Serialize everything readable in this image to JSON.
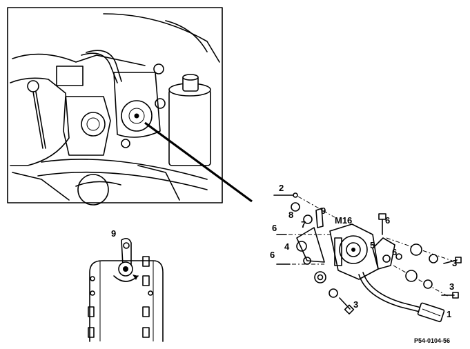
{
  "diagram": {
    "labels": {
      "l1": "1",
      "l2": "2",
      "l3a": "3",
      "l3b": "3",
      "l3c": "3",
      "l4": "4",
      "l5": "5",
      "l6a": "6",
      "l6b": "6",
      "l6c": "6",
      "l6d": "6",
      "l7": "7",
      "l8": "8",
      "l9a": "9",
      "l9b": "9",
      "m16": "M16"
    },
    "reference_code": "P54-0104-56"
  }
}
